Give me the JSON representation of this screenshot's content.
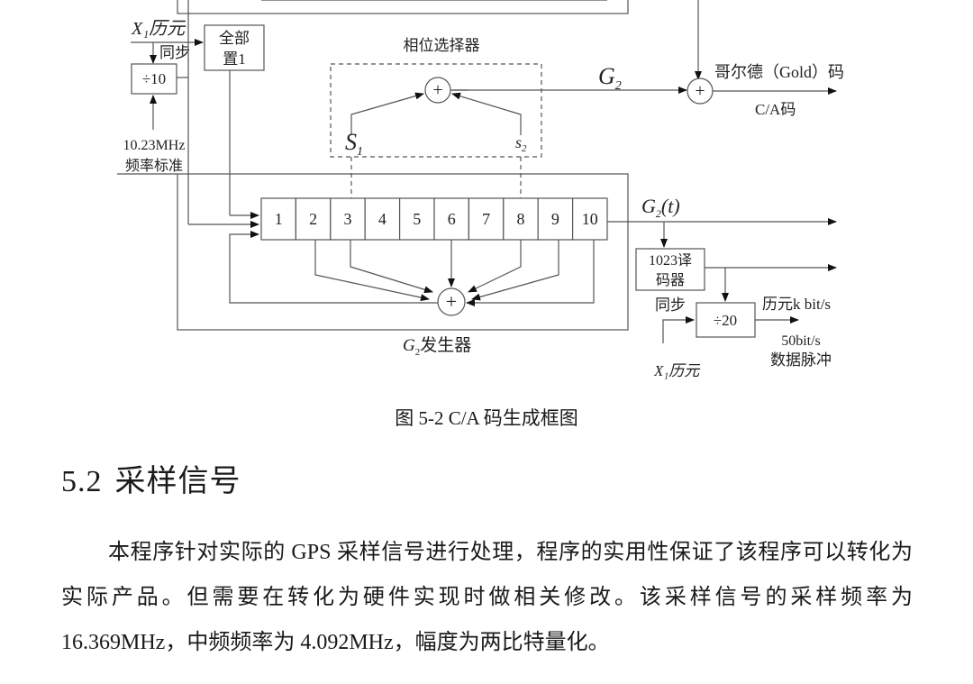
{
  "figure": {
    "caption": "图 5-2 C/A 码生成框图",
    "x1_epoch_left": "X₁历元",
    "sync_left": "同步",
    "div10": "÷10",
    "clock_line1": "10.23MHz",
    "clock_line2": "频率标准",
    "all_set_line1": "全部",
    "all_set_line2": "置1",
    "phase_selector": "相位选择器",
    "s1": "S",
    "s1_sub": "1",
    "s2": "s",
    "s2_sub": "2",
    "g2": "G",
    "g2_sub": "2",
    "gold_code": "哥尔德（Gold）码",
    "ca_code": "C/A码",
    "register_cells": [
      "1",
      "2",
      "3",
      "4",
      "5",
      "6",
      "7",
      "8",
      "9",
      "10"
    ],
    "g2t": "G",
    "g2t_sub": "2",
    "g2t_arg": "(t)",
    "decoder_line1": "1023译",
    "decoder_line2": "码器",
    "sync_right": "同步",
    "div20": "÷20",
    "epoch_kbit": "历元k bit/s",
    "rate_line1": "50bit/s",
    "rate_line2": "数据脉冲",
    "x1_epoch_right": "X₁历元",
    "g2_generator": "发生器",
    "g2_generator_prefix": "G",
    "g2_generator_sub": "2",
    "plus": "+"
  },
  "section": {
    "number": "5.2",
    "title": "采样信号"
  },
  "paragraph": "本程序针对实际的 GPS 采样信号进行处理，程序的实用性保证了该程序可以转化为实际产品。但需要在转化为硬件实现时做相关修改。该采样信号的采样频率为 16.369MHz，中频频率为 4.092MHz，幅度为两比特量化。"
}
